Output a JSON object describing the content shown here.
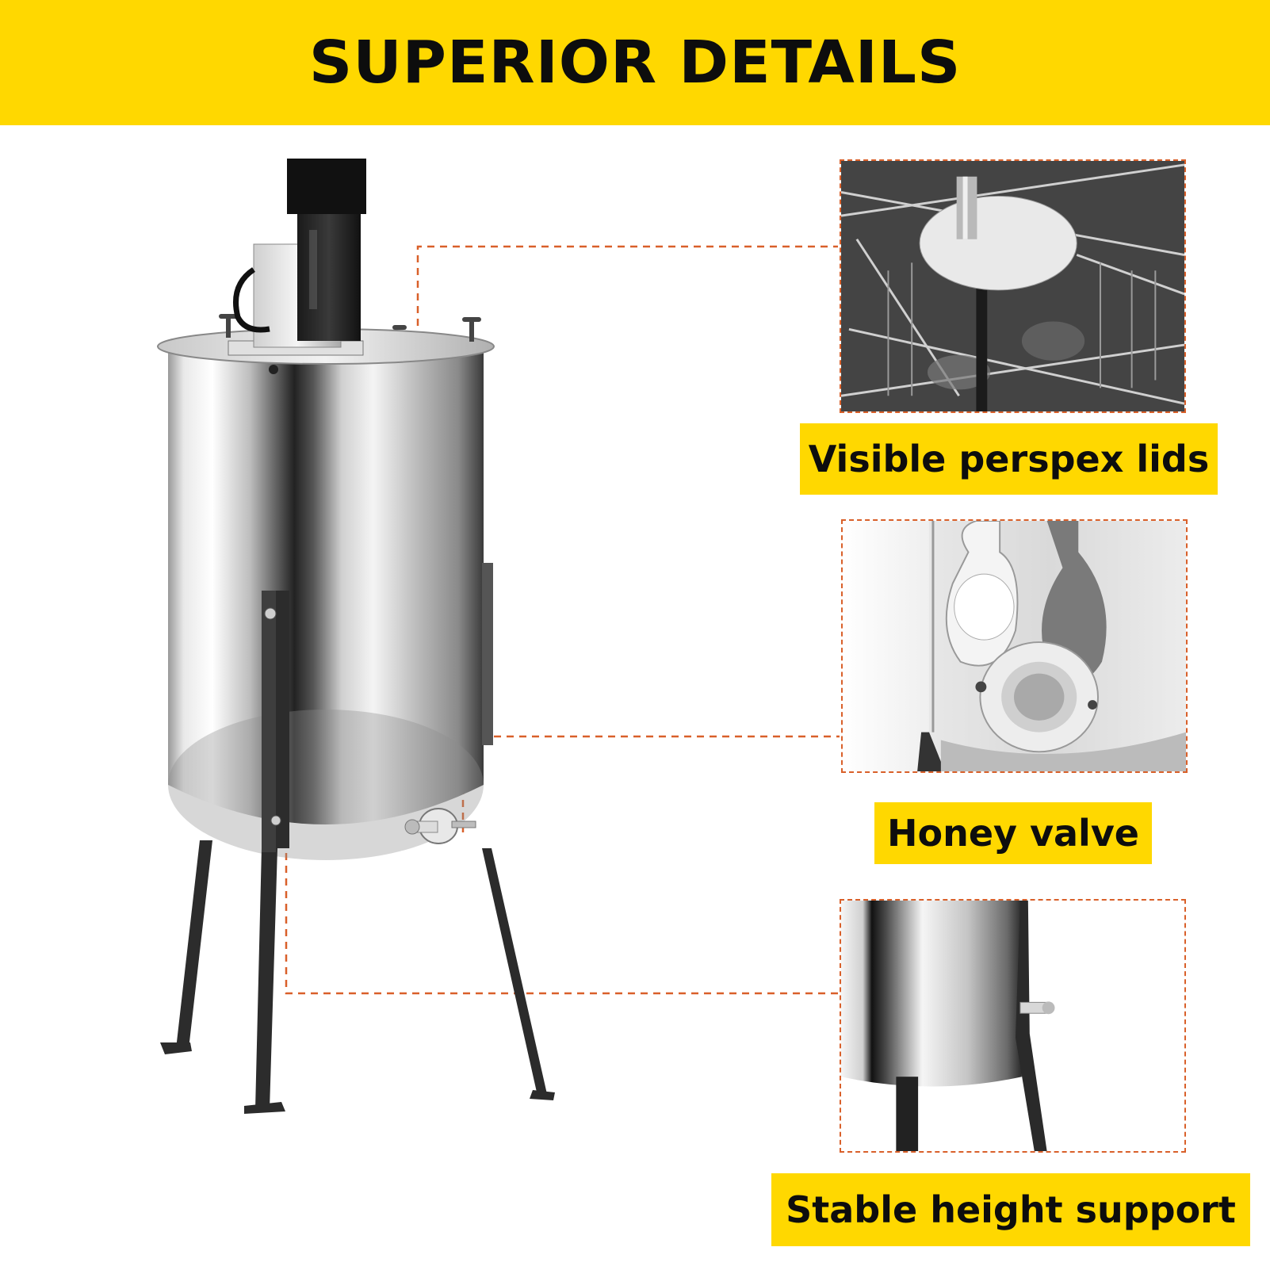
{
  "banner": {
    "title": "SUPERIOR DETAILS"
  },
  "details": [
    {
      "label": "Visible perspex lids",
      "icon": "basket-closeup-icon"
    },
    {
      "label": "Honey valve",
      "icon": "valve-closeup-icon"
    },
    {
      "label": "Stable height support",
      "icon": "leg-closeup-icon"
    }
  ],
  "colors": {
    "banner": "#ffd800",
    "leader": "#d9602a",
    "text": "#0d0d0d"
  }
}
